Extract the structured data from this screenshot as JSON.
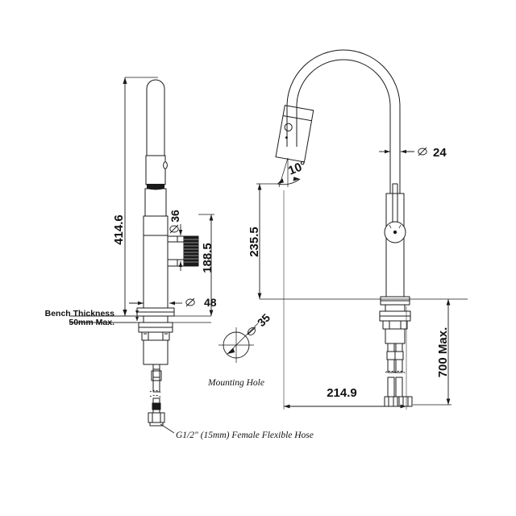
{
  "drawing": {
    "title": "Pull-Down Kitchen Mixer Tap — Dimensioned Technical Drawing",
    "background_color": "#ffffff",
    "line_color": "#1a1a1a",
    "units": "mm",
    "views": [
      {
        "name": "side-elevation",
        "position": "left"
      },
      {
        "name": "front-elevation",
        "position": "right"
      }
    ]
  },
  "dimensions": {
    "overall_height": "414.6",
    "spray_head_travel": "188.5",
    "spout_height": "235.5",
    "spout_reach": "214.9",
    "hose_length_max": "700 Max.",
    "spout_tube_diameter": "∅ 24",
    "spray_head_diameter": "∅ 36",
    "base_diameter": "∅ 48",
    "mounting_hole_diameter": "∅ 35",
    "spray_angle": "10°"
  },
  "notes": {
    "bench_thickness_line1": "Bench Thickness",
    "bench_thickness_line2": "50mm Max.",
    "mounting_hole_caption": "Mounting Hole",
    "hose_connection": "G1/2\" (15mm) Female Flexible Hose"
  },
  "symbols": {
    "diameter": "∅",
    "degree": "°"
  }
}
